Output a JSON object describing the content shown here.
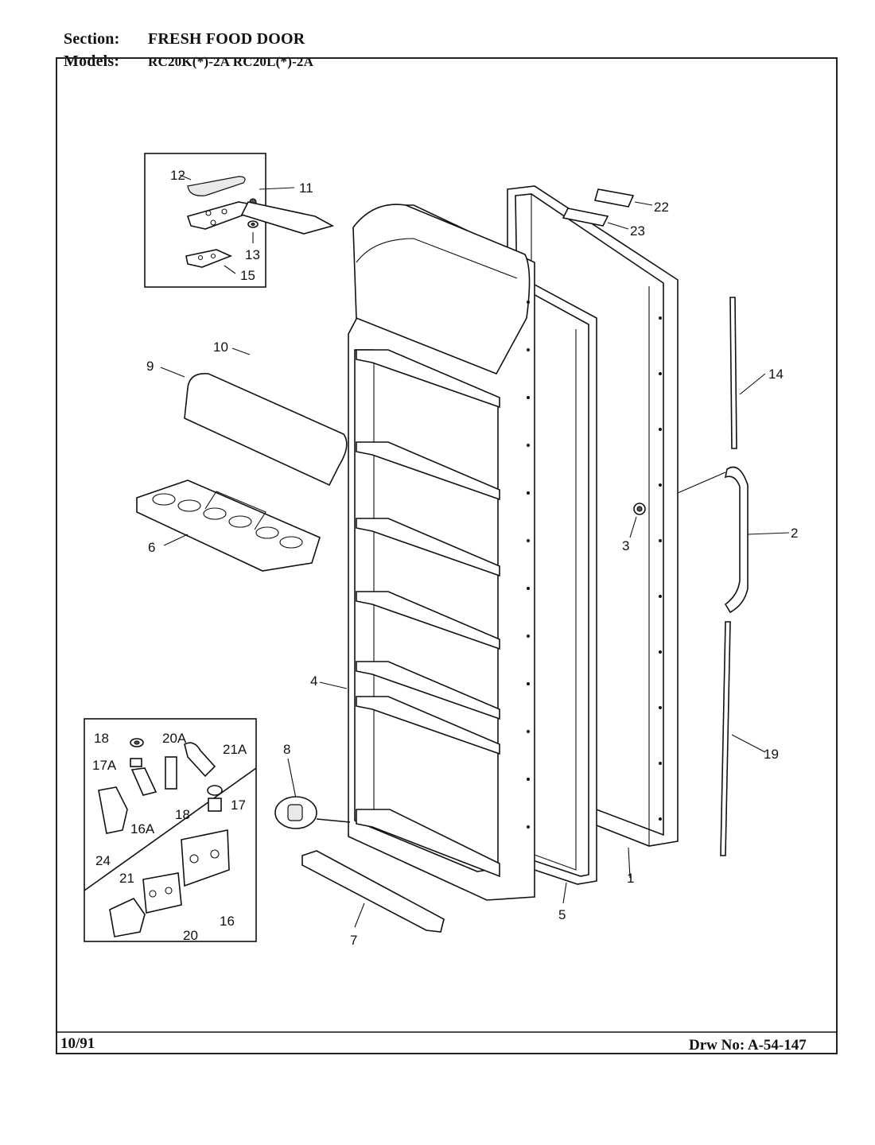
{
  "header": {
    "section_label": "Section:",
    "section_value": "FRESH FOOD DOOR",
    "models_label": "Models:",
    "models_value": "RC20K(*)-2A   RC20L(*)-2A"
  },
  "footer": {
    "date": "10/91",
    "drawing_number": "Drw No: A-54-147"
  },
  "callouts": [
    "1",
    "2",
    "3",
    "4",
    "5",
    "6",
    "7",
    "8",
    "9",
    "10",
    "11",
    "12",
    "13",
    "14",
    "15",
    "16",
    "16A",
    "17",
    "17A",
    "18",
    "18",
    "19",
    "20",
    "20A",
    "21",
    "21A",
    "22",
    "23",
    "24"
  ]
}
